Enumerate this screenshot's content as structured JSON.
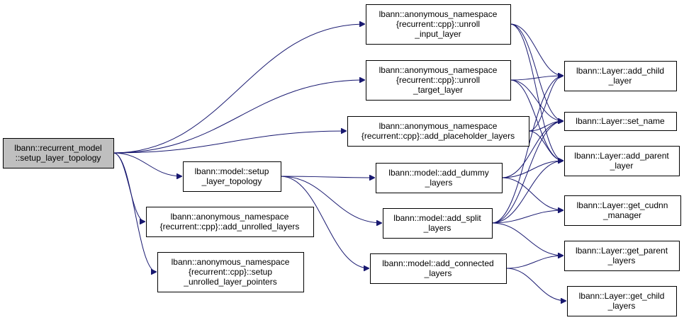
{
  "colors": {
    "edge": "#191970",
    "root_fill": "#bfbfbf",
    "node_fill": "#ffffff",
    "border": "#000000"
  },
  "nodes": [
    {
      "id": "root",
      "lines": [
        "lbann::recurrent_model",
        "::setup_layer_topology"
      ],
      "highlight": true
    },
    {
      "id": "unroll_input",
      "lines": [
        "lbann::anonymous_namespace",
        "{recurrent::cpp}::unroll",
        "_input_layer"
      ]
    },
    {
      "id": "unroll_target",
      "lines": [
        "lbann::anonymous_namespace",
        "{recurrent::cpp}::unroll",
        "_target_layer"
      ]
    },
    {
      "id": "add_placeholder",
      "lines": [
        "lbann::anonymous_namespace",
        "{recurrent::cpp}::add_placeholder_layers"
      ]
    },
    {
      "id": "model_setup",
      "lines": [
        "lbann::model::setup",
        "_layer_topology"
      ]
    },
    {
      "id": "add_unrolled",
      "lines": [
        "lbann::anonymous_namespace",
        "{recurrent::cpp}::add_unrolled_layers"
      ]
    },
    {
      "id": "setup_unrolled_ptrs",
      "lines": [
        "lbann::anonymous_namespace",
        "{recurrent::cpp}::setup",
        "_unrolled_layer_pointers"
      ]
    },
    {
      "id": "add_dummy",
      "lines": [
        "lbann::model::add_dummy",
        "_layers"
      ]
    },
    {
      "id": "add_split",
      "lines": [
        "lbann::model::add_split",
        "_layers"
      ]
    },
    {
      "id": "add_connected",
      "lines": [
        "lbann::model::add_connected",
        "_layers"
      ]
    },
    {
      "id": "add_child",
      "lines": [
        "lbann::Layer::add_child",
        "_layer"
      ]
    },
    {
      "id": "set_name",
      "lines": [
        "lbann::Layer::set_name"
      ]
    },
    {
      "id": "add_parent",
      "lines": [
        "lbann::Layer::add_parent",
        "_layer"
      ]
    },
    {
      "id": "get_cudnn",
      "lines": [
        "lbann::Layer::get_cudnn",
        "_manager"
      ]
    },
    {
      "id": "get_parent",
      "lines": [
        "lbann::Layer::get_parent",
        "_layers"
      ]
    },
    {
      "id": "get_child",
      "lines": [
        "lbann::Layer::get_child",
        "_layers"
      ]
    }
  ],
  "edges": [
    [
      "root",
      "unroll_input"
    ],
    [
      "root",
      "unroll_target"
    ],
    [
      "root",
      "add_placeholder"
    ],
    [
      "root",
      "model_setup"
    ],
    [
      "root",
      "add_unrolled"
    ],
    [
      "root",
      "setup_unrolled_ptrs"
    ],
    [
      "unroll_input",
      "add_child"
    ],
    [
      "unroll_input",
      "set_name"
    ],
    [
      "unroll_input",
      "add_parent"
    ],
    [
      "unroll_target",
      "add_child"
    ],
    [
      "unroll_target",
      "set_name"
    ],
    [
      "unroll_target",
      "add_parent"
    ],
    [
      "add_placeholder",
      "add_child"
    ],
    [
      "add_placeholder",
      "set_name"
    ],
    [
      "add_placeholder",
      "add_parent"
    ],
    [
      "model_setup",
      "add_dummy"
    ],
    [
      "model_setup",
      "add_split"
    ],
    [
      "model_setup",
      "add_connected"
    ],
    [
      "add_dummy",
      "set_name"
    ],
    [
      "add_dummy",
      "add_parent"
    ],
    [
      "add_dummy",
      "get_cudnn"
    ],
    [
      "add_split",
      "add_child"
    ],
    [
      "add_split",
      "set_name"
    ],
    [
      "add_split",
      "add_parent"
    ],
    [
      "add_split",
      "get_cudnn"
    ],
    [
      "add_split",
      "get_parent"
    ],
    [
      "add_connected",
      "get_parent"
    ],
    [
      "add_connected",
      "get_child"
    ]
  ]
}
